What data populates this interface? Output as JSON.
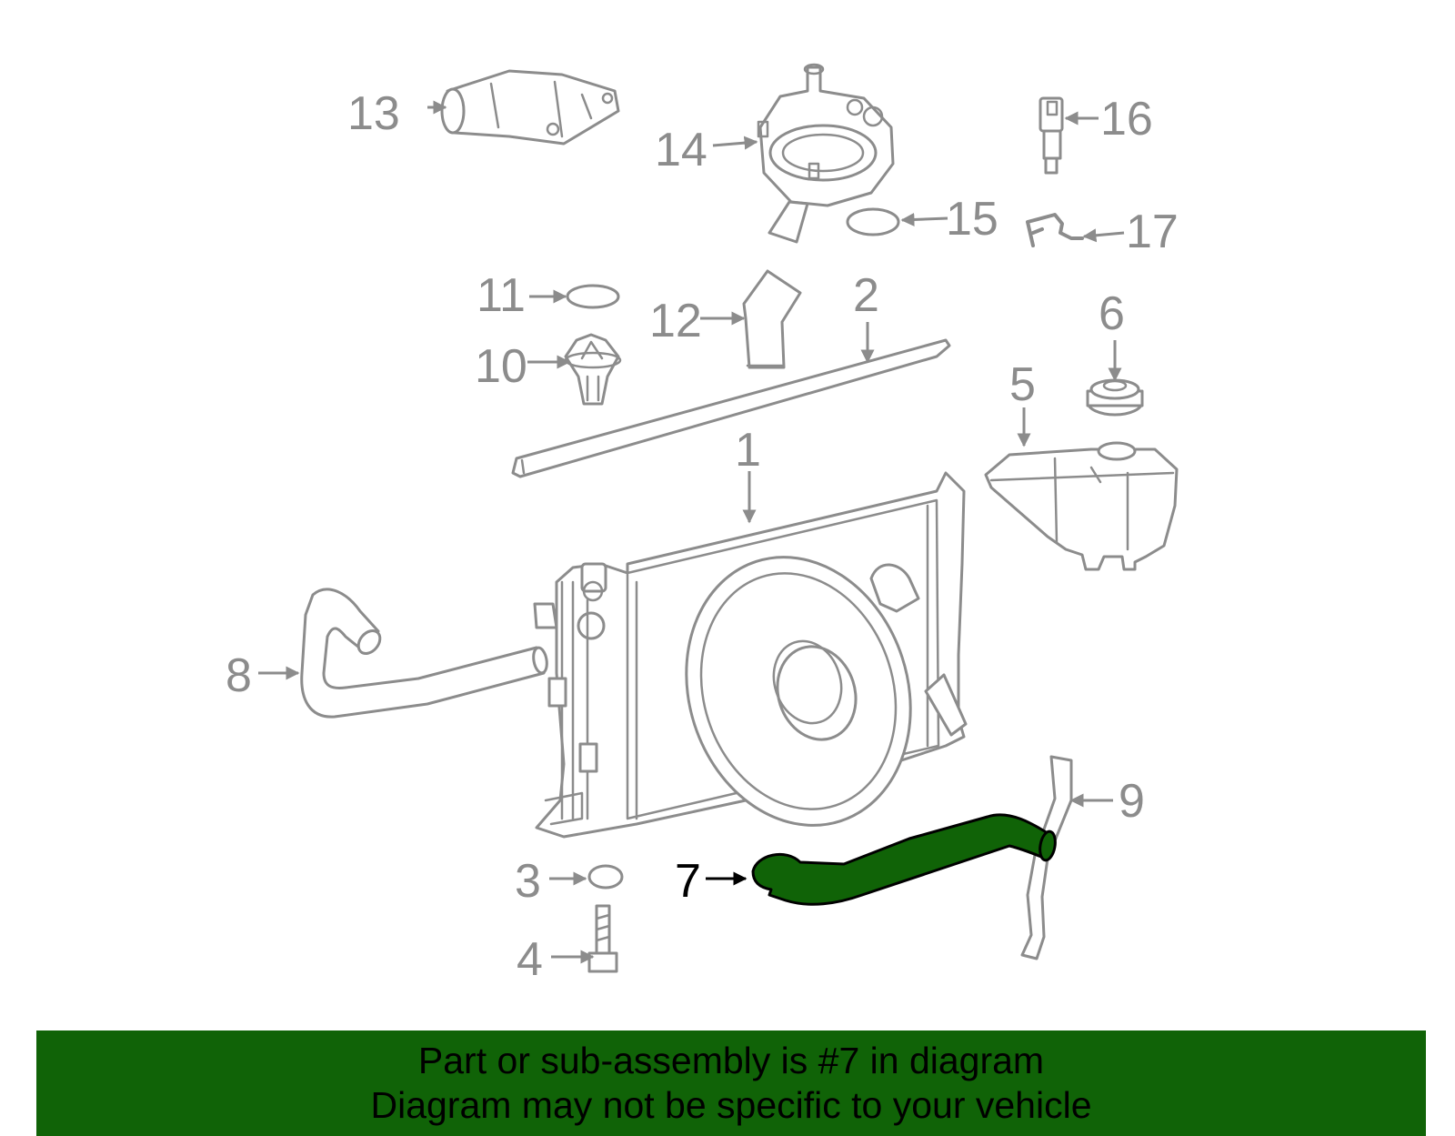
{
  "callouts": {
    "c1": "1",
    "c2": "2",
    "c3": "3",
    "c4": "4",
    "c5": "5",
    "c6": "6",
    "c7": "7",
    "c8": "8",
    "c9": "9",
    "c10": "10",
    "c11": "11",
    "c12": "12",
    "c13": "13",
    "c14": "14",
    "c15": "15",
    "c16": "16",
    "c17": "17"
  },
  "highlight": {
    "part_number": "7",
    "color": "#106307"
  },
  "colors": {
    "line_art": "#8c8c8c",
    "banner": "#106307",
    "text": "#000000"
  },
  "banner": {
    "line1": "Part or sub-assembly is #7 in diagram",
    "line2": "Diagram may not be specific to your vehicle"
  }
}
